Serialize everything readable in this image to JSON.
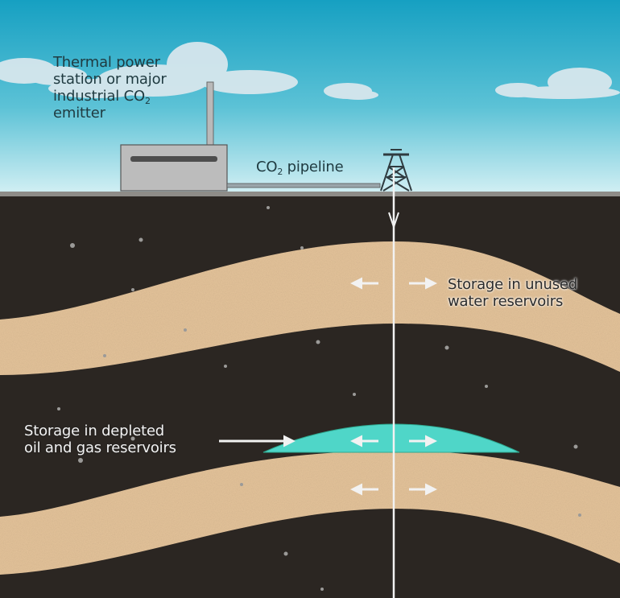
{
  "diagram": {
    "title": "Carbon capture and storage (CO2 sequestration) cross-section",
    "labels": {
      "emitter": {
        "line1": "Thermal power",
        "line2": "station or major",
        "line3_prefix": "industrial CO",
        "line3_sub": "2",
        "line4": "emitter"
      },
      "pipeline": {
        "prefix": "CO",
        "sub": "2",
        "suffix": " pipeline"
      },
      "water_reservoir": {
        "line1": "Storage in unused",
        "line2": "water reservoirs"
      },
      "depleted_reservoir": {
        "line1": "Storage in depleted",
        "line2": "oil and gas reservoirs"
      }
    },
    "elements": [
      "sky-with-clouds",
      "power-station-building",
      "smokestack",
      "co2-pipeline",
      "drilling-derrick",
      "injection-well",
      "caprock-layers",
      "sandstone-aquifer-layers",
      "depleted-reservoir-gas-cap",
      "co2-spread-arrows"
    ],
    "colors": {
      "sky_top": "#1aa3c4",
      "sky_bottom": "#cdeef2",
      "cloud": "#dbe9ee",
      "rock": "#2b2622",
      "sand": "#e4c39a",
      "reservoir": "#4fd6c8",
      "well": "#f2f2f2",
      "building": "#b9b9b9"
    }
  }
}
